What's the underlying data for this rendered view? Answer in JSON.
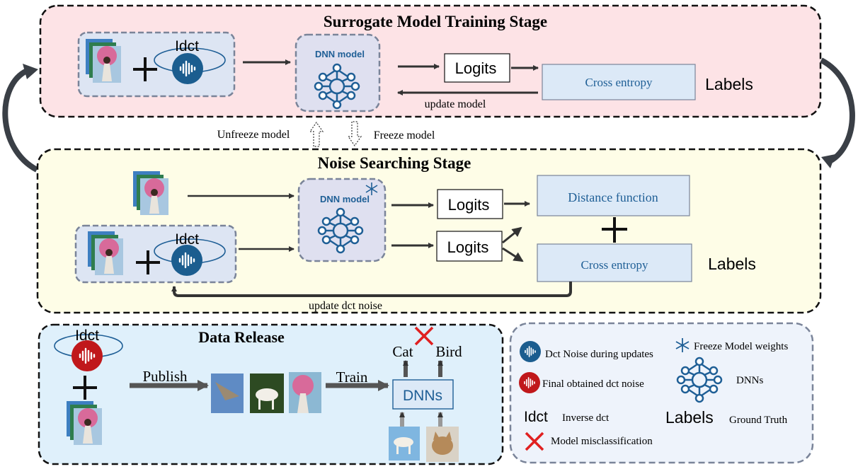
{
  "stage1": {
    "title": "Surrogate Model Training Stage",
    "idct": "Idct",
    "dnn_label": "DNN  model",
    "logits": "Logits",
    "cross_entropy": "Cross entropy",
    "labels": "Labels",
    "update": "update model"
  },
  "between": {
    "unfreeze": "Unfreeze model",
    "freeze": "Freeze model"
  },
  "stage2": {
    "title": "Noise Searching Stage",
    "idct": "Idct",
    "dnn_label": "DNN  model",
    "logits_top": "Logits",
    "logits_bottom": "Logits",
    "distance": "Distance function",
    "cross_entropy": "Cross entropy",
    "labels": "Labels",
    "update": "update  dct noise"
  },
  "release": {
    "title": "Data Release",
    "idct": "Idct",
    "publish": "Publish",
    "train": "Train",
    "dnns": "DNNs",
    "cat": "Cat",
    "bird": "Bird"
  },
  "legend": {
    "dct_noise": "Dct Noise during updates",
    "final_noise": "Final obtained dct noise",
    "idct_symbol": "Idct",
    "idct_desc": "Inverse dct",
    "misclass": "Model misclassification",
    "freeze": "Freeze Model weights",
    "dnns": "DNNs",
    "labels_symbol": "Labels",
    "labels_desc": "Ground Truth"
  },
  "colors": {
    "stage1_bg": "#fde3e6",
    "stage2_bg": "#fefde7",
    "release_bg": "#dff0fb",
    "legend_bg": "#eef3fb",
    "inner_box": "#dde5f3",
    "dnn_box": "#dfe0f0",
    "accent_blue": "#1f5f96",
    "noise_blue": "#1b5d8f",
    "noise_red": "#c0181b",
    "cross_red": "#e02020",
    "box_fill": "#dce9f7"
  }
}
